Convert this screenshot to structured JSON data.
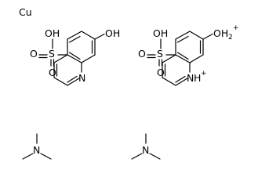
{
  "metal": {
    "symbol": "Cu"
  },
  "molecule_1": {
    "sulfonic_acid": {
      "oh": "OH",
      "s": "S",
      "o_top": "O",
      "o_left": "O"
    },
    "hydroxyl": "OH",
    "ring_nitrogen": "N"
  },
  "molecule_2": {
    "sulfonic_acid": {
      "oh": "OH",
      "s": "S",
      "o_top": "O",
      "o_left": "O"
    },
    "hydroxyl": "OH",
    "hydroxyl_subscript": "2",
    "hydroxyl_charge": "+",
    "ring_nitrogen": "N",
    "ring_nitrogen_h": "H",
    "ring_nitrogen_charge": "+"
  },
  "amine_1": {
    "nitrogen": "N"
  },
  "amine_2": {
    "nitrogen": "N"
  }
}
